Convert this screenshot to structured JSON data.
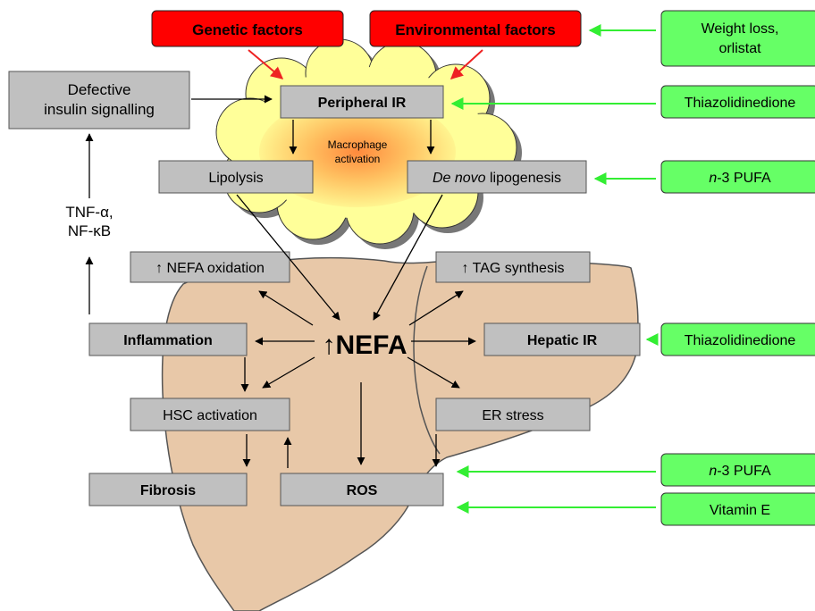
{
  "factors": {
    "genetic": "Genetic factors",
    "environmental": "Environmental factors"
  },
  "cloud": {
    "peripheral_ir": "Peripheral IR",
    "macrophage": "Macrophage activation",
    "lipolysis": "Lipolysis",
    "de_novo_italic": "De novo",
    "de_novo_rest": "lipogenesis"
  },
  "left_path": {
    "defective": "Defective insulin signalling",
    "tnf_line1": "TNF-α,",
    "tnf_line2": "NF-κB"
  },
  "liver": {
    "nefa_oxidation": "↑ NEFA oxidation",
    "tag_synthesis": "↑ TAG synthesis",
    "nefa": "↑NEFA",
    "inflammation": "Inflammation",
    "hepatic_ir": "Hepatic IR",
    "hsc_activation": "HSC activation",
    "er_stress": "ER stress",
    "fibrosis": "Fibrosis",
    "ros": "ROS"
  },
  "treatments": {
    "weight_loss": "Weight loss, orlistat",
    "thiazolidinedione_1": "Thiazolidinedione",
    "pufa_1_italic": "n",
    "pufa_1_rest": "-3 PUFA",
    "thiazolidinedione_2": "Thiazolidinedione",
    "pufa_2_italic": "n",
    "pufa_2_rest": "-3 PUFA",
    "vitamin_e": "Vitamin E"
  },
  "colors": {
    "factor_red": "#ff0000",
    "treatment_green": "#66ff66",
    "arrow_green": "#33ee33",
    "box_grey": "#c0c0c0",
    "liver_tan": "#e8c8a8",
    "cloud_yellow": "#ffff99",
    "cloud_orange": "#ff9040"
  }
}
